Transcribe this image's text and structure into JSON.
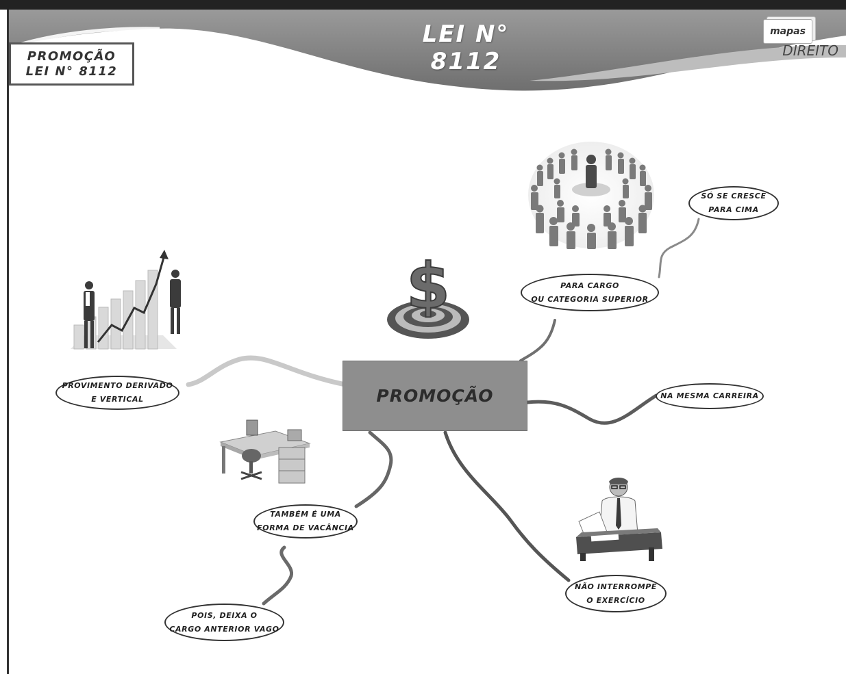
{
  "header": {
    "title": "LEI N° 8112",
    "topic": {
      "line1": "PROMOÇÃO",
      "line2": "LEI N° 8112"
    },
    "logo": {
      "brand": "mapas",
      "subject": "DIREITO"
    }
  },
  "central_node": "PROMOÇÃO",
  "nodes": {
    "provimento": {
      "line1": "PROVIMENTO DERIVADO",
      "line2": "E VERTICAL"
    },
    "para_cargo": {
      "line1": "PARA CARGO",
      "line2": "OU CATEGORIA SUPERIOR"
    },
    "so_cresce": {
      "line1": "SÓ SE CRESCE",
      "line2": "PARA CIMA"
    },
    "mesma_carreira": {
      "line1": "NA MESMA CARREIRA"
    },
    "vacancia": {
      "line1": "TAMBÉM É UMA",
      "line2": "FORMA DE VACÂNCIA"
    },
    "cargo_vago": {
      "line1": "POIS, DEIXA O",
      "line2": "CARGO ANTERIOR VAGO"
    },
    "exercicio": {
      "line1": "NÃO INTERROMPE",
      "line2": "O EXERCÍCIO"
    }
  },
  "illustrations": [
    "growth-chart-icon",
    "dollar-target-icon",
    "crowd-leader-icon",
    "office-desk-icon",
    "businessman-icon"
  ],
  "colors": {
    "banner": "#8c8c8c",
    "central": "#8e8e8e",
    "branch": "#6a6a6a"
  }
}
